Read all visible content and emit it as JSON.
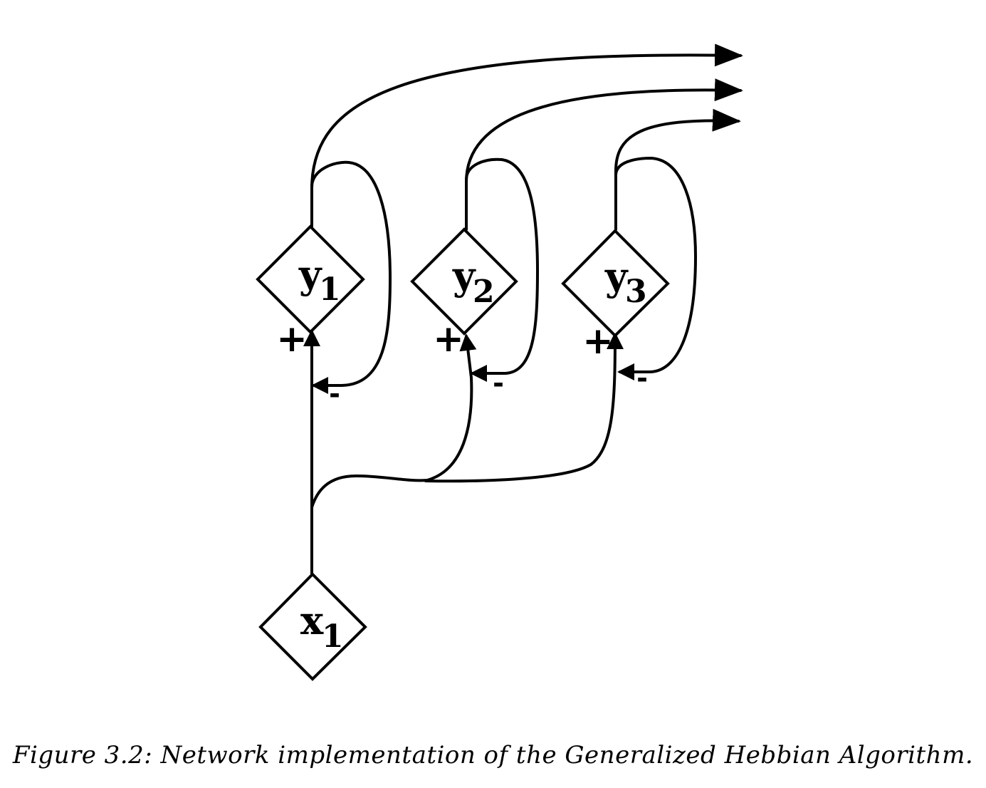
{
  "figure": {
    "caption": "Figure 3.2: Network implementation of the Generalized Hebbian Algorithm."
  },
  "nodes": {
    "y1": {
      "main": "y",
      "sub": "1"
    },
    "y2": {
      "main": "y",
      "sub": "2"
    },
    "y3": {
      "main": "y",
      "sub": "3"
    },
    "x1": {
      "main": "x",
      "sub": "1"
    }
  },
  "signs": {
    "plus": "+",
    "minus": "-"
  }
}
